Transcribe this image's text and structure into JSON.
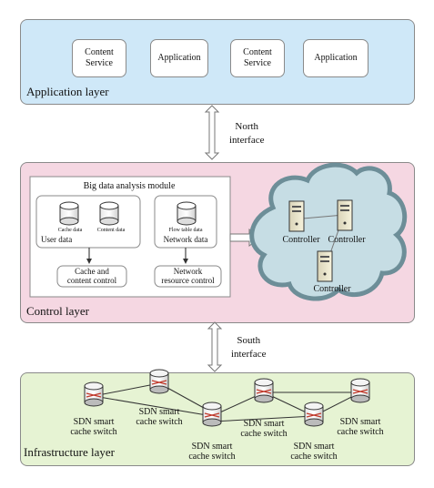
{
  "application_layer": {
    "label": "Application layer",
    "services": [
      "Content\nService",
      "Application",
      "Content\nService",
      "Application"
    ]
  },
  "north_interface": "North\ninterface",
  "control_layer": {
    "label": "Control layer",
    "module_title": "Big data analysis module",
    "cache_data": "Cache data",
    "content_data": "Content data",
    "user_data": "User data",
    "flow_table_data": "Flow table data",
    "network_data": "Network data",
    "cache_control": "Cache and\ncontent control",
    "network_control": "Network\nresource control",
    "controllers": [
      "Controller",
      "Controller",
      "Controller"
    ]
  },
  "south_interface": "South\ninterface",
  "infrastructure_layer": {
    "label": "Infrastructure layer",
    "switches": [
      "SDN smart\ncache switch",
      "SDN smart\ncache switch",
      "SDN smart\ncache switch",
      "SDN smart\ncache switch",
      "SDN smart\ncache switch",
      "SDN smart\ncache switch"
    ]
  },
  "colors": {
    "application_bg": "#cfe8f8",
    "control_bg": "#f5d7e2",
    "infrastructure_bg": "#e6f3d3",
    "cloud_fill": "#c6dde4",
    "cloud_stroke": "#6d8e98"
  }
}
